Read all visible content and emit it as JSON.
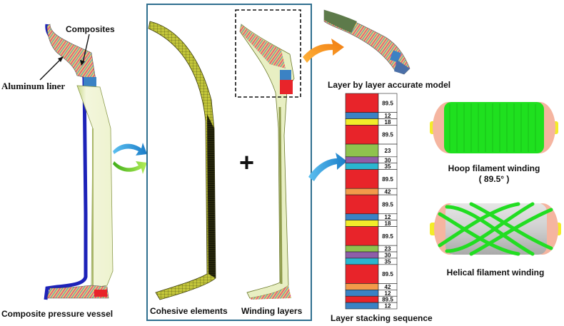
{
  "labels": {
    "composites": "Composites",
    "aluminum_liner": "Aluminum liner",
    "composite_pressure_vessel": "Composite pressure vessel",
    "cohesive_elements": "Cohesive elements",
    "winding_layers": "Winding layers",
    "layer_by_layer_model": "Layer by layer accurate model",
    "layer_stacking_sequence": "Layer stacking sequence",
    "hoop_winding_line1": "Hoop filament winding",
    "hoop_winding_line2": "( 89.5° )",
    "helical_winding": "Helical filament winding",
    "plus": "+"
  },
  "colors": {
    "red": "#e8242a",
    "blue": "#3b82c4",
    "yellow": "#f2ec2a",
    "green": "#8fc24e",
    "purple": "#8e5ea8",
    "cyan": "#2ab6cf",
    "orange": "#f39a4a",
    "mesh_olive": "#b7ba2e",
    "liner_blue": "#1d22b8",
    "panel_border": "#2f6f8f",
    "hoop_green": "#1fe01f",
    "dome_pink": "#f5b5a0",
    "boss_yellow": "#f4ec28"
  },
  "stack": [
    {
      "value": "89.5",
      "color": "red",
      "units": 3
    },
    {
      "value": "12",
      "color": "blue",
      "units": 1
    },
    {
      "value": "18",
      "color": "yellow",
      "units": 1
    },
    {
      "value": "89.5",
      "color": "red",
      "units": 3
    },
    {
      "value": "23",
      "color": "green",
      "units": 2
    },
    {
      "value": "30",
      "color": "purple",
      "units": 1
    },
    {
      "value": "35",
      "color": "cyan",
      "units": 1
    },
    {
      "value": "89.5",
      "color": "red",
      "units": 3
    },
    {
      "value": "42",
      "color": "orange",
      "units": 1
    },
    {
      "value": "89.5",
      "color": "red",
      "units": 3
    },
    {
      "value": "12",
      "color": "blue",
      "units": 1
    },
    {
      "value": "18",
      "color": "yellow",
      "units": 1
    },
    {
      "value": "89.5",
      "color": "red",
      "units": 3
    },
    {
      "value": "23",
      "color": "green",
      "units": 1
    },
    {
      "value": "30",
      "color": "purple",
      "units": 1
    },
    {
      "value": "35",
      "color": "cyan",
      "units": 1
    },
    {
      "value": "89.5",
      "color": "red",
      "units": 3
    },
    {
      "value": "42",
      "color": "orange",
      "units": 1
    },
    {
      "value": "12",
      "color": "blue",
      "units": 1
    },
    {
      "value": "89.5",
      "color": "red",
      "units": 1
    },
    {
      "value": "12",
      "color": "blue",
      "units": 1
    }
  ]
}
